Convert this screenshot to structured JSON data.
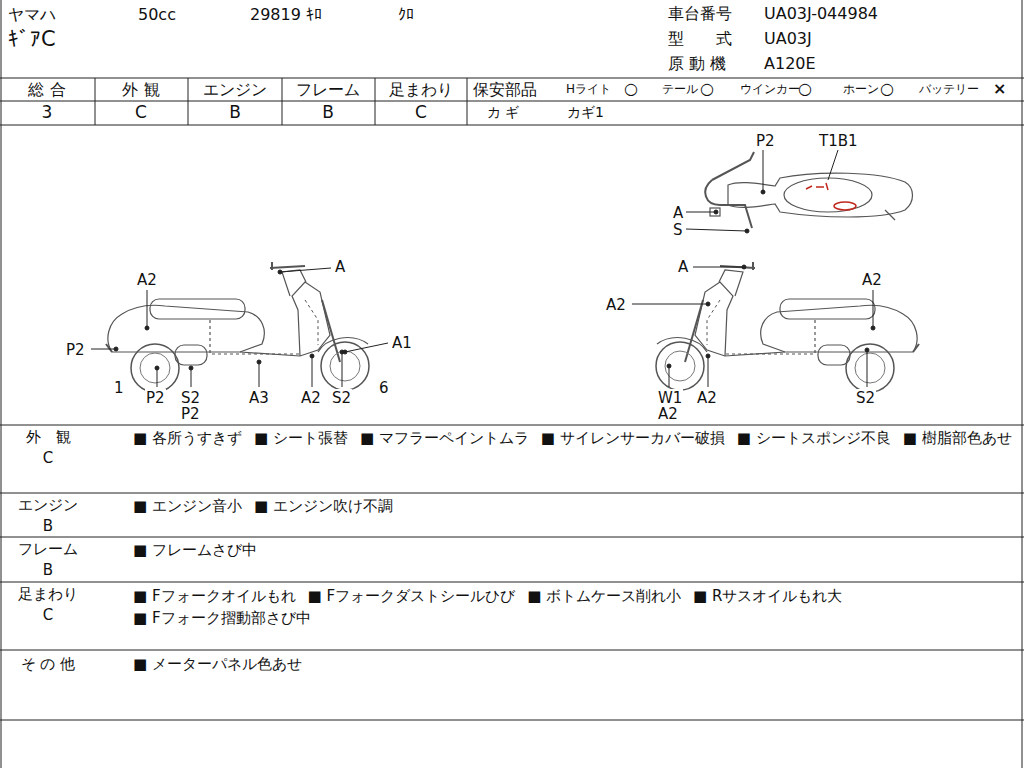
{
  "diagram": {
    "labels": [
      "ヤマハ",
      "50cc",
      "29819 ｷﾛ",
      "ｸﾛ",
      "ｷﾞｱC",
      "車台番号",
      "UA03J-044984",
      "型　　式",
      "UA03J",
      "原 動 機",
      "A120E",
      "総 合",
      "3",
      "外 観",
      "C",
      "エンジン",
      "B",
      "フレーム",
      "B",
      "足まわり",
      "C",
      "保安部品",
      "Hライト",
      "○",
      "テール",
      "○",
      "ウインカー",
      "○",
      "ホーン",
      "○",
      "バッテリー",
      "×",
      "カ ギ",
      "カギ1",
      "P2",
      "T1B1",
      "A",
      "S",
      "A",
      "A2",
      "P2",
      "A1",
      "1",
      "P2",
      "S2",
      "P2",
      "A3",
      "A2",
      "S2",
      "6",
      "A",
      "A2",
      "A2",
      "W1",
      "A2",
      "A2",
      "S2",
      "外　観",
      "C",
      "■ 各所うすきず",
      "■ シート張替",
      "■ マフラーペイントムラ",
      "■ サイレンサーカバー破損",
      "■ シートスポンジ不良",
      "■ 樹脂部色あせ",
      "エンジン",
      "B",
      "■ エンジン音小",
      "■ エンジン吹け不調",
      "フレーム",
      "B",
      "■ フレームさび中",
      "足まわり",
      "C",
      "■ Fフォークオイルもれ",
      "■ Fフォークダストシールひび",
      "■ ボトムケース削れ小",
      "■ Rサスオイルもれ大",
      "■ Fフォーク摺動部さび中",
      "そ の 他",
      "■ メーターパネル色あせ"
    ]
  }
}
